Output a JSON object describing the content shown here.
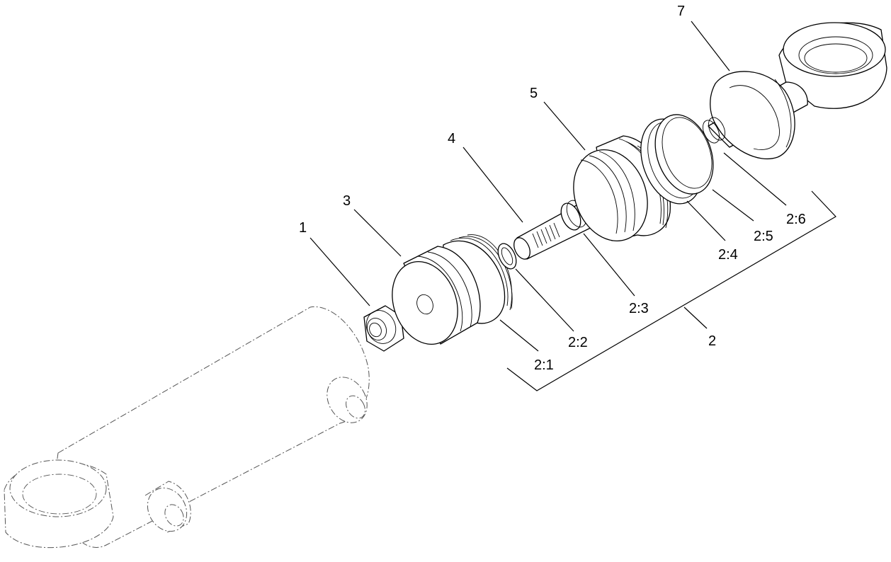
{
  "diagram": {
    "callouts": {
      "c1": "1",
      "c3": "3",
      "c4": "4",
      "c5": "5",
      "c7": "7",
      "c2": "2",
      "c2_1": "2:1",
      "c2_2": "2:2",
      "c2_3": "2:3",
      "c2_4": "2:4",
      "c2_5": "2:5",
      "c2_6": "2:6"
    }
  }
}
